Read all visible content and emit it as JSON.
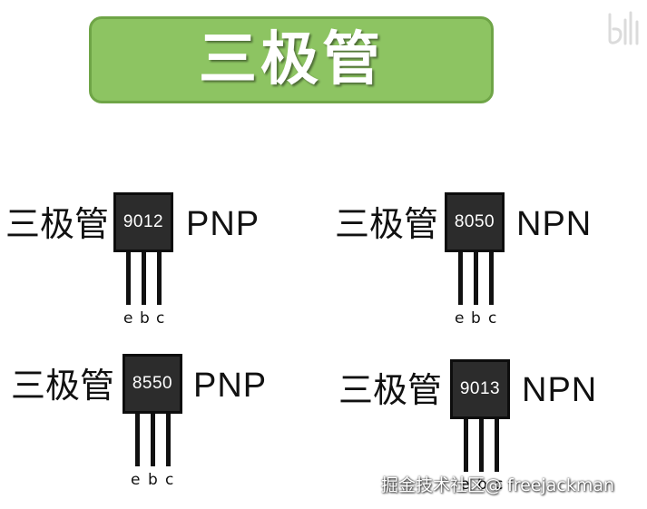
{
  "title": "三极管",
  "transistors": [
    {
      "label": "三极管",
      "number": "9012",
      "type": "PNP",
      "pins": [
        "e",
        "b",
        "c"
      ]
    },
    {
      "label": "三极管",
      "number": "8050",
      "type": "NPN",
      "pins": [
        "e",
        "b",
        "c"
      ]
    },
    {
      "label": "三极管",
      "number": "8550",
      "type": "PNP",
      "pins": [
        "e",
        "b",
        "c"
      ]
    },
    {
      "label": "三极管",
      "number": "9013",
      "type": "NPN",
      "pins": [
        "e",
        "b",
        "c"
      ]
    }
  ],
  "credit": "掘金技术社区@ freejackman",
  "colors": {
    "title_bg": "#8dc462",
    "title_border": "#6fa547",
    "transistor_body": "#2c2c2c",
    "text": "#111111"
  }
}
